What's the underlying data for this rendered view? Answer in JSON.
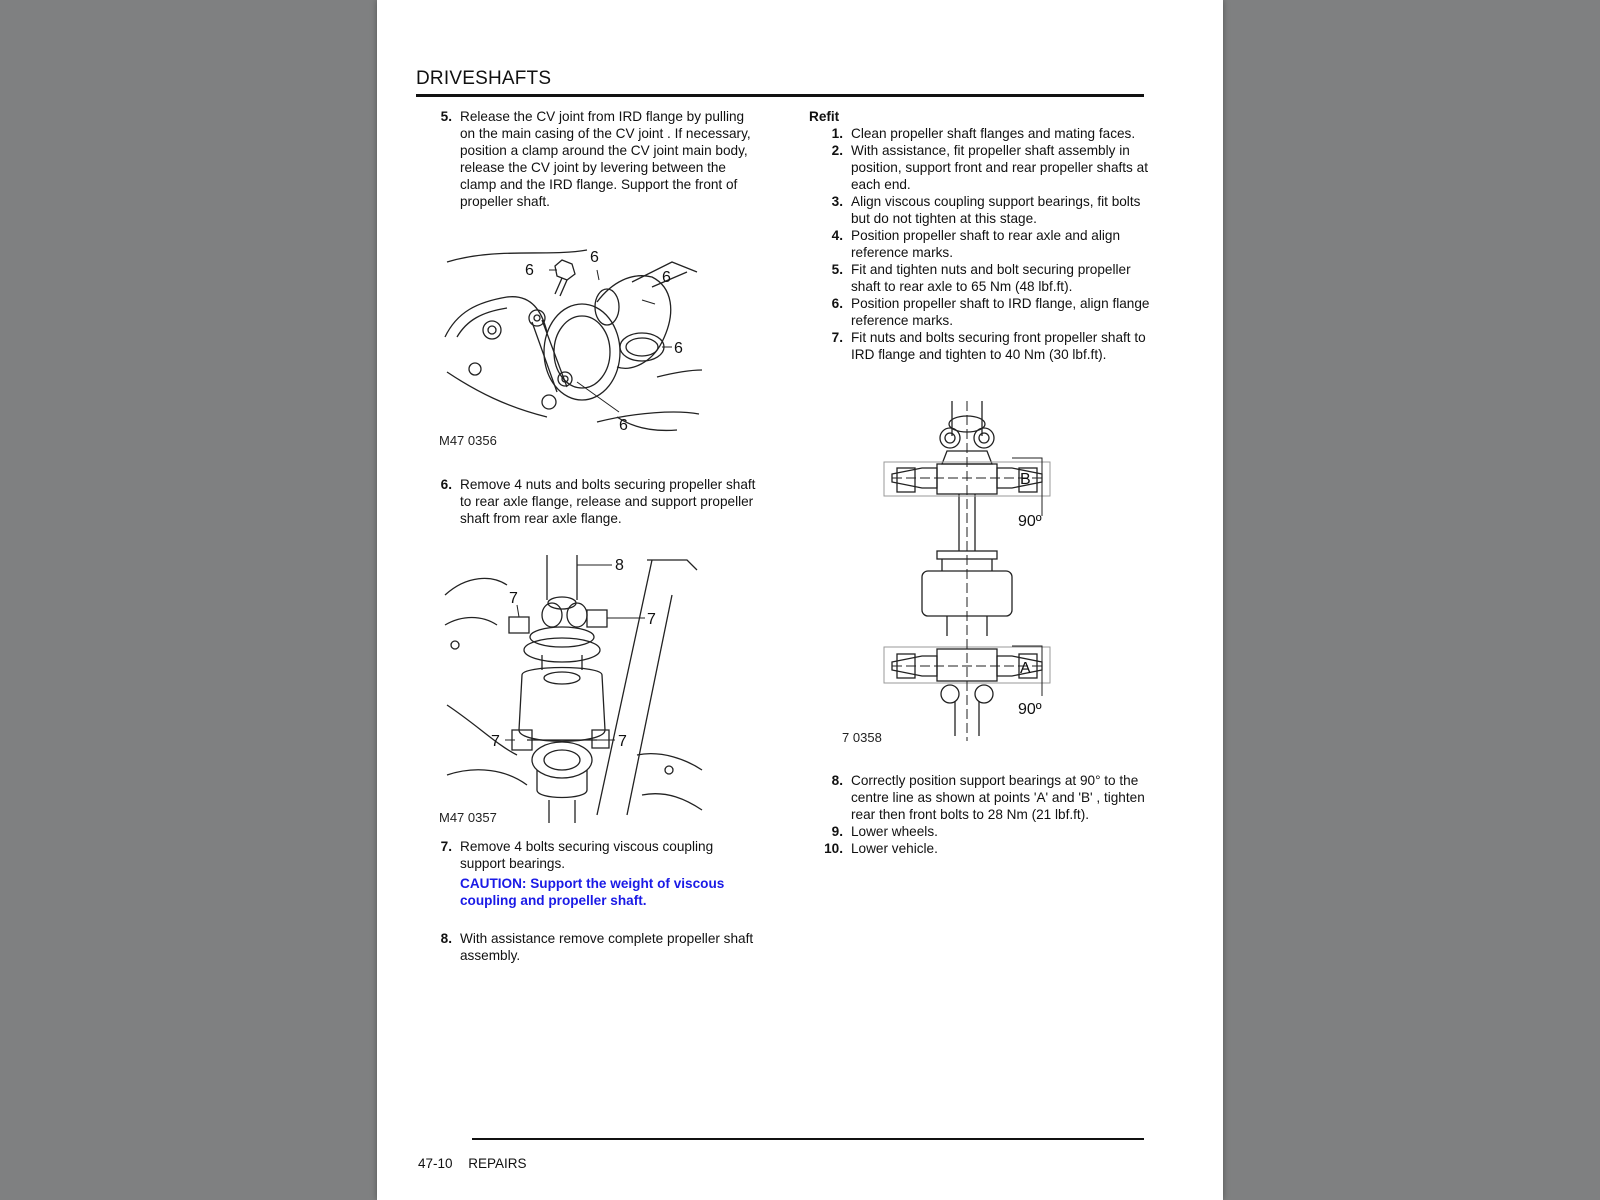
{
  "header": {
    "title": "DRIVESHAFTS"
  },
  "left_steps_a": [
    {
      "num": "5.",
      "text": "Release the CV joint from IRD flange by pulling on the main casing of the CV joint .  If necessary,  position a clamp around the CV joint main body, release the CV joint by levering between the clamp and the IRD flange. Support the front of propeller shaft."
    }
  ],
  "fig1": {
    "label": "M47 0356",
    "callout": "6"
  },
  "left_steps_b": [
    {
      "num": "6.",
      "text": "Remove 4 nuts and bolts securing propeller shaft to rear axle flange, release and support propeller shaft from rear axle flange."
    }
  ],
  "fig2": {
    "label": "M47 0357",
    "callout_a": "7",
    "callout_b": "8"
  },
  "left_steps_c": [
    {
      "num": "7.",
      "text": "Remove 4 bolts securing viscous coupling support bearings."
    }
  ],
  "caution": "CAUTION: Support the weight of viscous coupling and propeller shaft.",
  "left_steps_d": [
    {
      "num": "8.",
      "text": "With assistance remove complete propeller shaft assembly."
    }
  ],
  "refit": {
    "heading": "Refit",
    "steps": [
      {
        "num": "1.",
        "text": "Clean propeller shaft flanges and mating faces."
      },
      {
        "num": "2.",
        "text": "With assistance, fit propeller shaft assembly in position, support front and rear propeller shafts at each end."
      },
      {
        "num": "3.",
        "text": "Align viscous coupling support bearings, fit bolts but do not tighten at this stage."
      },
      {
        "num": "4.",
        "text": "Position propeller shaft to rear axle and align reference marks."
      },
      {
        "num": "5.",
        "text": "Fit and tighten nuts and bolt securing propeller shaft to rear axle  to 65 Nm (48 lbf.ft)."
      },
      {
        "num": "6.",
        "text": "Position propeller shaft to IRD flange, align flange reference marks."
      },
      {
        "num": "7.",
        "text": "Fit nuts and bolts securing front propeller shaft to IRD flange and tighten to 40 Nm (30 lbf.ft)."
      }
    ]
  },
  "fig3": {
    "label": "M47 0358",
    "point_b": "B",
    "point_a": "A",
    "angle": "90º"
  },
  "refit_steps_b": [
    {
      "num": "8.",
      "text": "Correctly position support bearings at 90° to the centre line as shown at points 'A' and 'B' , tighten rear then front bolts to 28 Nm (21 lbf.ft)."
    },
    {
      "num": "9.",
      "text": "Lower wheels."
    },
    {
      "num": "10.",
      "text": "Lower vehicle."
    }
  ],
  "footer": {
    "page": "47-10",
    "section": "REPAIRS"
  }
}
